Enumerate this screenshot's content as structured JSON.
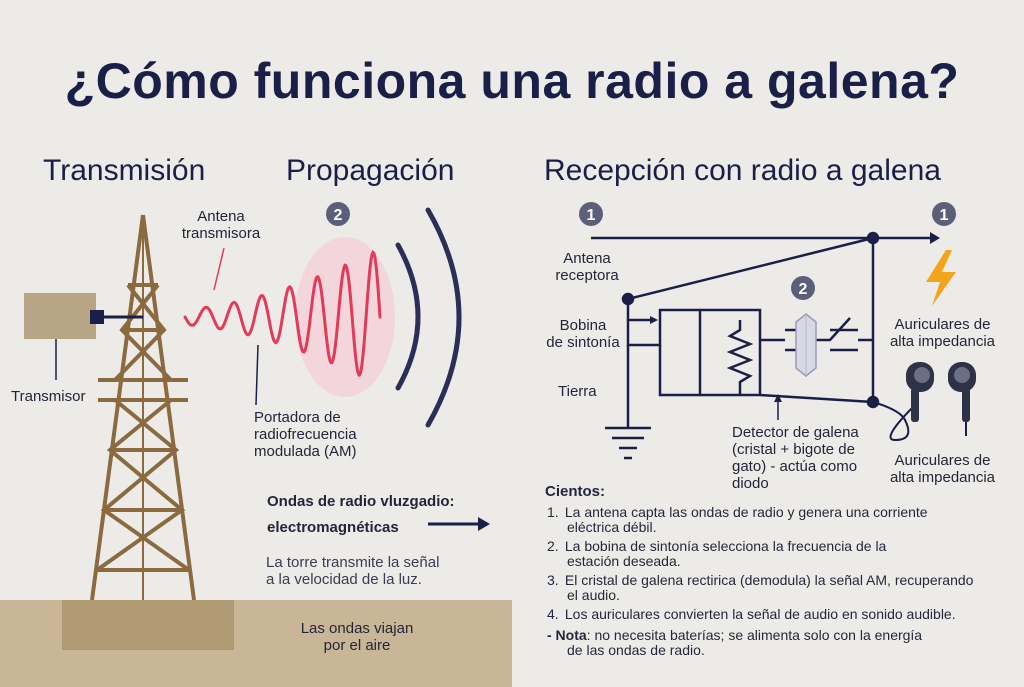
{
  "title": "¿Cómo funciona una radio a galena?",
  "sections": {
    "transmision": "Transmisión",
    "propagacion": "Propagación",
    "recepcion": "Recepción con radio a galena"
  },
  "badges": {
    "propagacion": "2",
    "recepcion_left": "1",
    "recepcion_right": "1",
    "detector": "2"
  },
  "labels": {
    "antena_transmisora": [
      "Antena",
      "transmisora"
    ],
    "transmisor": "Transmisor",
    "portadora": [
      "Portadora de",
      "radiofrecuencia",
      "modulada (AM)"
    ],
    "ondas_title": [
      "Ondas de radio vluzgadio:",
      "electromagnéticas"
    ],
    "torre_text": [
      "La torre transmite la señal",
      "a la velocidad de la luz."
    ],
    "ondas_viajan": [
      "Las ondas viajan",
      "por el aire"
    ],
    "antena_receptora": [
      "Antena",
      "receptora"
    ],
    "bobina": [
      "Bobina",
      "de sintonía"
    ],
    "tierra": "Tierra",
    "detector": [
      "Detector de galena",
      "(cristal + bigote de",
      "gato) - actúa como",
      "diodo"
    ],
    "auriculares_top": [
      "Auriculares de",
      "alta impedancia"
    ],
    "auriculares_bottom": [
      "Auriculares de",
      "alta impedancia"
    ]
  },
  "steps": {
    "heading": "Cientos:",
    "items": [
      {
        "num": "1.",
        "line1": "La antena capta las ondas de radio y genera una corriente",
        "line2": "eléctrica débil."
      },
      {
        "num": "2.",
        "line1": "La bobina de sintonía selecciona la frecuencia de la",
        "line2": "estación deseada."
      },
      {
        "num": "3.",
        "line1": "El cristal de galena rectirica (demodula) la señal AM, recuperando",
        "line2": "el audio."
      },
      {
        "num": "4.",
        "line1": "Los auriculares convierten la señal de audio en sonido audible.",
        "line2": ""
      }
    ],
    "note_label": "- Nota",
    "note_line1": ": no necesita baterías; se alimenta solo con la energía",
    "note_line2": "de las ondas de radio."
  },
  "colors": {
    "navy": "#1a1f47",
    "tower": "#8a6a3e",
    "wave": "#e33a5a",
    "ground": "#c2ae8c",
    "box": "#b8a585",
    "lightning": "#f2a51a",
    "badge": "#5b5f7a"
  },
  "icons": [
    "lightning-icon",
    "earphones-icon",
    "arrow-right-icon",
    "ground-symbol-icon",
    "coil-icon",
    "crystal-icon"
  ]
}
